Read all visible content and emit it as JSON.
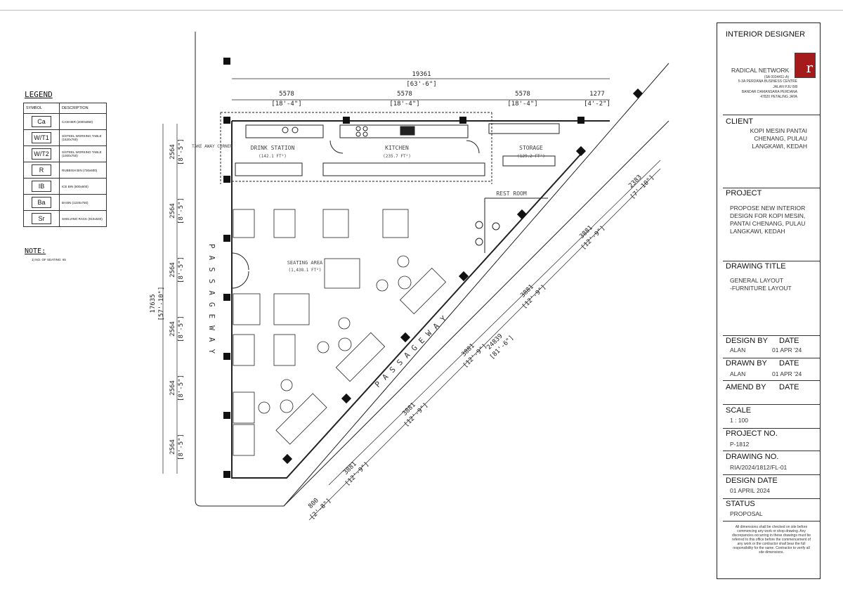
{
  "legend": {
    "title": "LEGEND",
    "header_symbol": "SYMBOL",
    "header_description": "DESCRIPTION",
    "rows": [
      {
        "symbol": "Ca",
        "desc": "CASHIER (2000x850)"
      },
      {
        "symbol": "W/T1",
        "desc": "S/STEEL WORKING TABLE (1520x760)"
      },
      {
        "symbol": "W/T2",
        "desc": "S/STEEL WORKING TABLE (1000x750)"
      },
      {
        "symbol": "R",
        "desc": "RUBBISH BIN (730x600)"
      },
      {
        "symbol": "IB",
        "desc": "ICE BIN (800x600)"
      },
      {
        "symbol": "Ba",
        "desc": "BASIN (1220x750)"
      },
      {
        "symbol": "Sr",
        "desc": "SHELVING RACK (910x530)"
      }
    ]
  },
  "note": {
    "title": "NOTE:",
    "text": "1)      NO. OF SEATING: 65"
  },
  "plan": {
    "top_total": "19361",
    "top_total_imp": "[63'-6\"]",
    "top_seg": "5578",
    "top_seg_imp": "[18'-4\"]",
    "top_last": "1277",
    "top_last_imp": "[4'-2\"]",
    "left_total": "17635",
    "left_total_imp": "[57'-10\"]",
    "left_seg": "2564",
    "left_seg_imp": "[8'-5\"]",
    "diag_seg": "3881",
    "diag_seg_imp": "[12'-9\"]",
    "diag_total": "24839",
    "diag_total_imp": "[81'-6\"]",
    "diag_top": "2383",
    "diag_top_imp": "[7'-10\"]",
    "diag_bottom": "800",
    "diag_bottom_imp": "[2'-8\"]",
    "take_away": "TAKE AWAY CORNER",
    "drink_station": "DRINK STATION",
    "drink_area": "(142.1 FT²)",
    "kitchen": "KITCHEN",
    "kitchen_area": "(235.7 FT²)",
    "storage": "STORAGE",
    "storage_area": "(129.2 FT²)",
    "rest_room": "REST ROOM",
    "seating": "SEATING AREA",
    "seating_area": "(1,438.1 FT²)",
    "passageway": "PASSAGEWAY"
  },
  "title_block": {
    "designer_label": "INTERIOR DESIGNER",
    "firm": "RADICAL NETWORK",
    "firm_reg": "(SA 0034411-A)",
    "firm_addr1": "5-3A PERDANA BUSINESS CENTRE",
    "firm_addr2": "JALAN PJU 8/8",
    "firm_addr3": "BANDAR DAMANSARA PERDANA",
    "firm_addr4": "47820 PETALING JAYA",
    "logo_letter": "r",
    "logo_color": "#a51b1b",
    "client_label": "CLIENT",
    "client": "KOPI MESIN PANTAI CHENANG, PULAU LANGKAWI, KEDAH",
    "project_label": "PROJECT",
    "project": "PROPOSE NEW INTERIOR DESIGN FOR KOPI MESIN, PANTAI CHENANG, PULAU LANGKAWI, KEDAH",
    "drawing_title_label": "DRAWING TITLE",
    "drawing_title": "GENERAL LAYOUT",
    "drawing_subtitle": "-FURNITURE LAYOUT",
    "design_by_label": "DESIGN BY",
    "date_label": "DATE",
    "design_by": "ALAN",
    "design_date": "01 APR '24",
    "drawn_by_label": "DRAWN BY",
    "drawn_by": "ALAN",
    "drawn_date": "01 APR '24",
    "amend_by_label": "AMEND BY",
    "scale_label": "SCALE",
    "scale": "1 : 100",
    "project_no_label": "PROJECT NO.",
    "project_no": "P-1812",
    "drawing_no_label": "DRAWING NO.",
    "drawing_no": "RIA/2024/1812/FL-01",
    "design_date_label": "DESIGN DATE",
    "design_date_full": "01 APRIL 2024",
    "status_label": "STATUS",
    "status": "PROPOSAL",
    "disclaimer": "All dimensions shall be checked on site before commencing any work or shop drawing. Any discrepancies occurring in these drawings must be referred to this office before the commencement of any work or the contractor shall bear the full responsibility for the same. Contractor to verify all site dimensions."
  }
}
